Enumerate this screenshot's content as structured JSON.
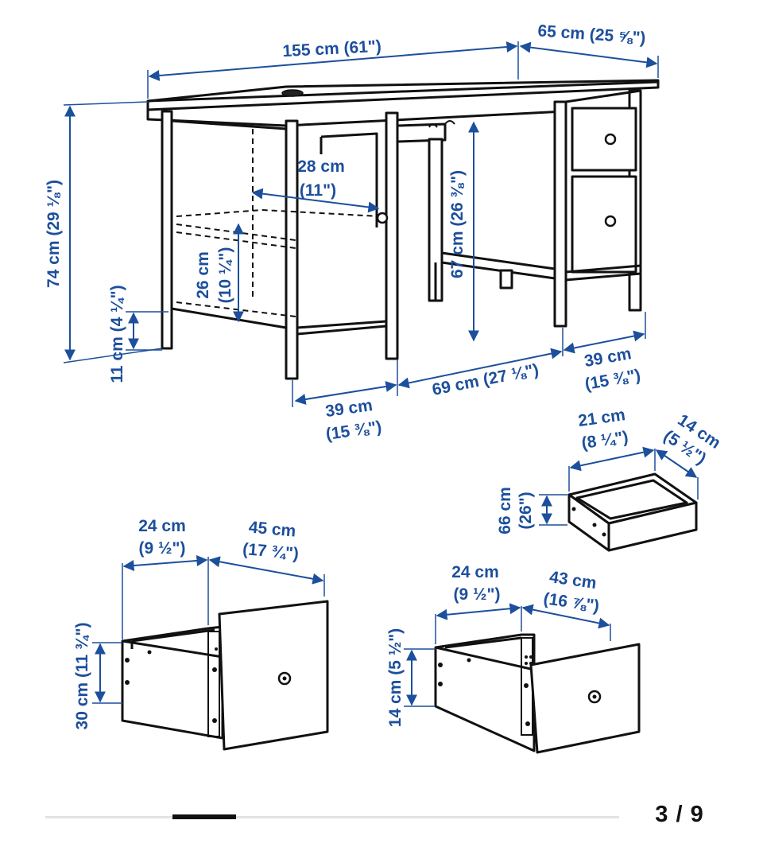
{
  "dimensions": {
    "desk_width": "155 cm (61\")",
    "desk_depth": "65 cm (25 ⅝\")",
    "desk_height": "74 cm (29 ⅛\")",
    "shelf_depth_cm": "28 cm",
    "shelf_depth_in": "(11\")",
    "shelf_height_cm": "26 cm",
    "shelf_height_in": "(10 ¼\")",
    "floor_clearance": "11 cm (4 ¼\")",
    "knee_height": "67 cm (26 ⅜\")",
    "left_width_cm": "39 cm",
    "left_width_in": "(15 ⅜\")",
    "middle_width": "69 cm (27 ⅛\")",
    "right_width_cm": "39 cm",
    "right_width_in": "(15 ⅜\")"
  },
  "small_tray": {
    "width_cm": "21 cm",
    "width_in": "(8 ¼\")",
    "depth_cm": "14 cm",
    "depth_in": "(5 ½\")",
    "height_cm": "66 cm",
    "height_in": "(26\")"
  },
  "large_drawer": {
    "width_cm": "24 cm",
    "width_in": "(9 ½\")",
    "depth_cm": "45 cm",
    "depth_in": "(17 ¾\")",
    "height": "30 cm (11 ¾\")"
  },
  "small_drawer": {
    "width_cm": "24 cm",
    "width_in": "(9 ½\")",
    "depth_cm": "43 cm",
    "depth_in": "(16 ⅞\")",
    "height": "14 cm (5 ½\")"
  },
  "pager": {
    "counter": "3 / 9",
    "progress": 0.33
  },
  "colors": {
    "dimension_text": "#1c4f9c",
    "line_art": "#111111",
    "track": "#e3e3e3"
  }
}
